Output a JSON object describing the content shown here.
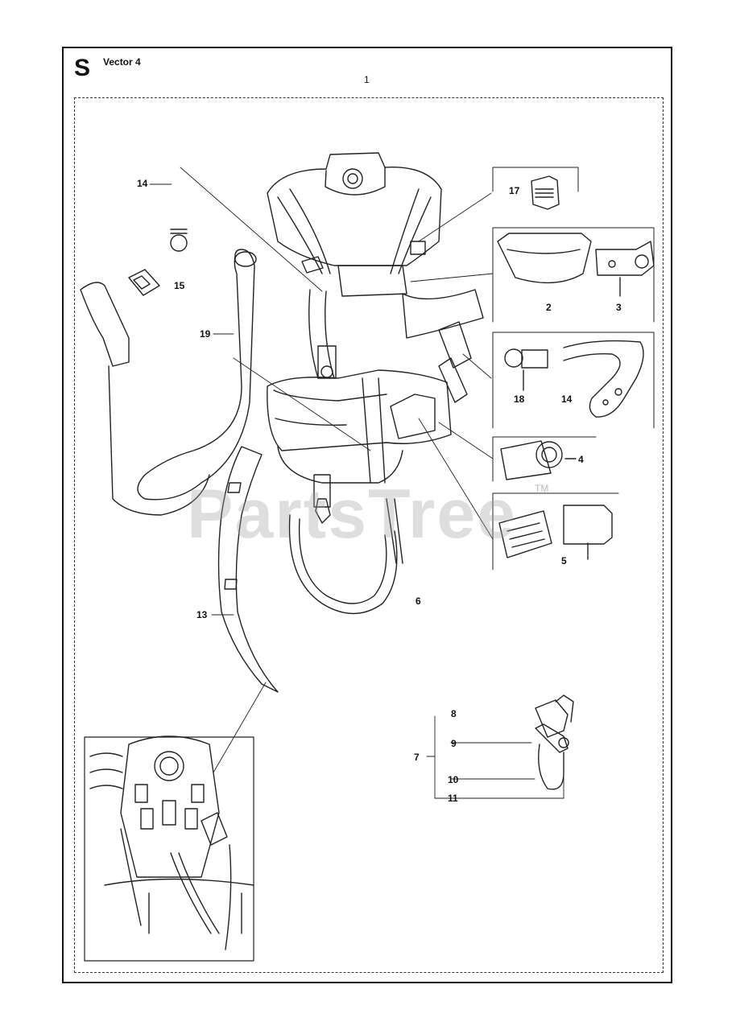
{
  "section": {
    "letter": "S",
    "title": "Vector 4",
    "top_number": "1"
  },
  "callouts": {
    "c14a": "14",
    "c15": "15",
    "c19": "19",
    "c13": "13",
    "c17": "17",
    "c2": "2",
    "c3": "3",
    "c18": "18",
    "c14b": "14",
    "c4": "4",
    "c5": "5",
    "c6": "6",
    "c8": "8",
    "c9": "9",
    "c7": "7",
    "c10": "10",
    "c11": "11"
  },
  "watermark": {
    "text": "PartsTree",
    "tm": "TM"
  }
}
